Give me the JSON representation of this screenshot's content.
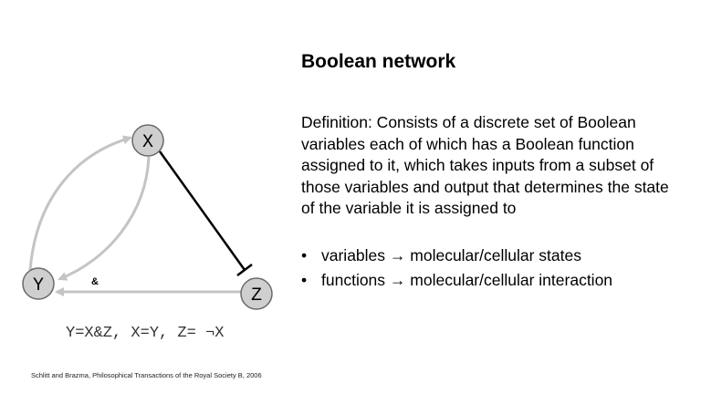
{
  "title": "Boolean network",
  "definition": "Definition: Consists of a discrete set of Boolean variables each of which has a Boolean function assigned to it, which takes inputs from a subset of those variables and output that determines the state of the variable it is assigned to",
  "bullets": [
    "variables → molecular/cellular states",
    "functions → molecular/cellular interaction"
  ],
  "diagram": {
    "nodes": {
      "x": "X",
      "y": "Y",
      "z": "Z"
    },
    "and_label": "&",
    "equations": "Y=X&Z, X=Y, Z= ¬X",
    "colors": {
      "node_fill": "#cfcfcf",
      "node_stroke": "#6a6a6a",
      "activation_edge": "#c4c4c4",
      "inhibition_edge": "#000000"
    }
  },
  "citation": "Schlitt and Brazma, Philosophical Transactions of the Royal Society B, 2006"
}
